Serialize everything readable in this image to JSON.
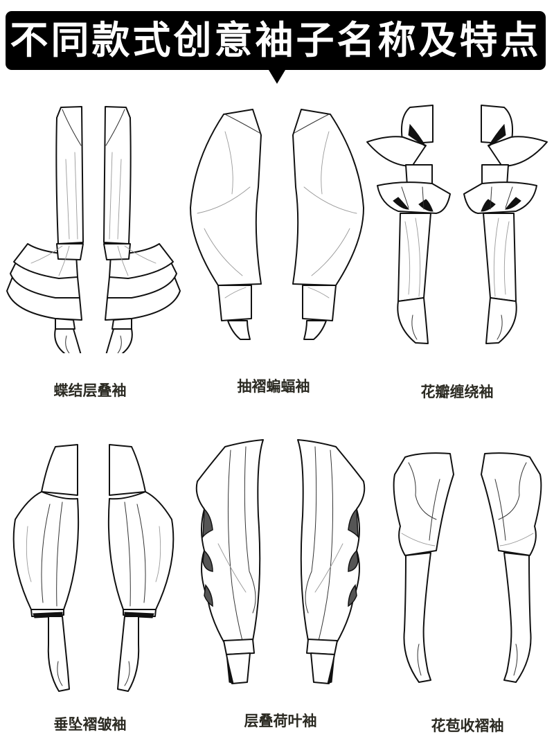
{
  "header": {
    "title": "不同款式创意袖子名称及特点"
  },
  "sleeves": [
    {
      "name": "蝶结层叠袖",
      "icon": "tiered-bow-sleeve-illustration"
    },
    {
      "name": "抽褶蝙蝠袖",
      "icon": "gathered-batwing-sleeve-illustration"
    },
    {
      "name": "花瓣缠绕袖",
      "icon": "petal-wrap-sleeve-illustration"
    },
    {
      "name": "垂坠褶皱袖",
      "icon": "draped-pleat-sleeve-illustration"
    },
    {
      "name": "层叠荷叶袖",
      "icon": "tiered-ruffle-sleeve-illustration"
    },
    {
      "name": "花苞收褶袖",
      "icon": "bud-gathered-sleeve-illustration"
    }
  ],
  "colors": {
    "banner_bg": "#000000",
    "banner_text": "#ffffff",
    "caption_text": "#2b2a22",
    "background": "#ffffff",
    "line": "#111111"
  }
}
